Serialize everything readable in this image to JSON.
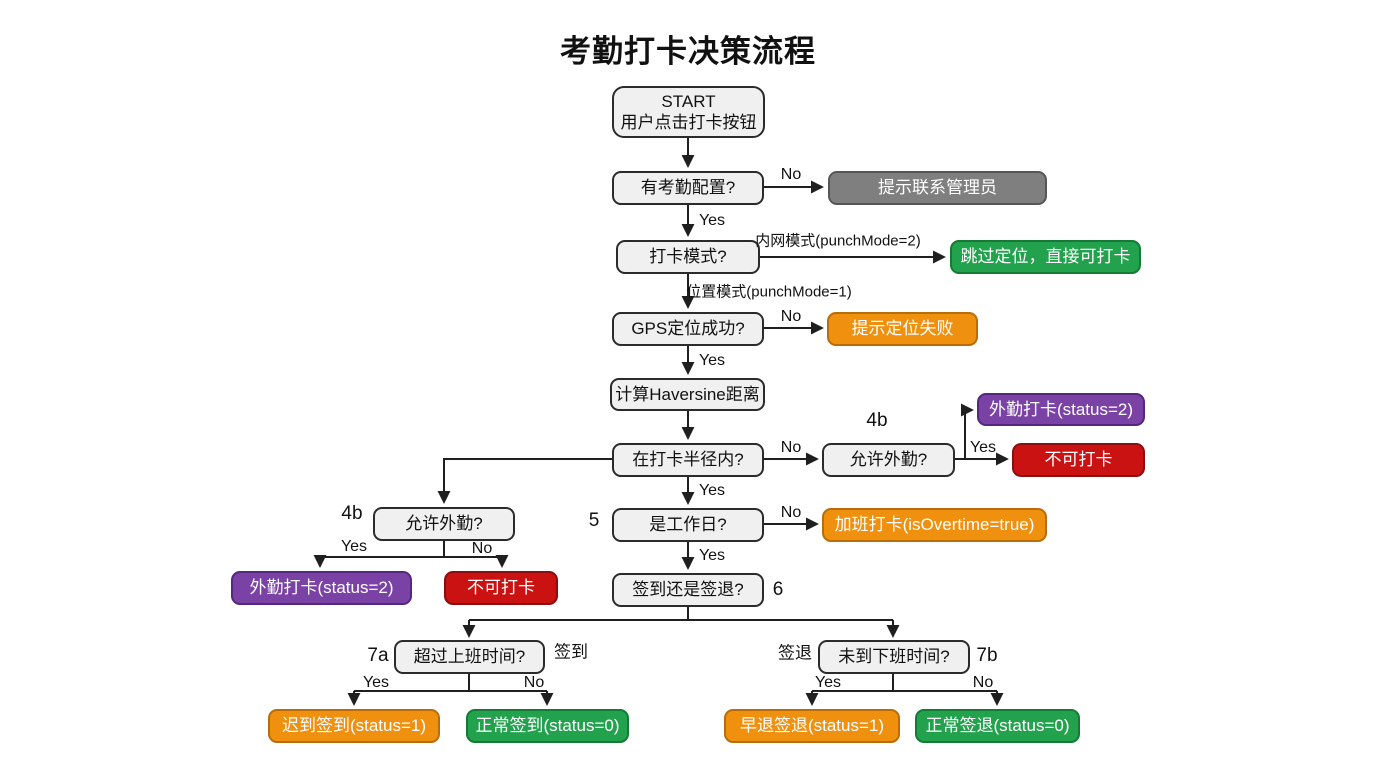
{
  "title": "考勤打卡决策流程",
  "colors": {
    "decision_fill": "#f0f0f0",
    "gray": "#7f7f7f",
    "green": "#22a24c",
    "orange": "#f0900f",
    "purple": "#7b42a6",
    "red": "#cb1212",
    "edge_stroke": "#1f1f1f"
  },
  "nodes": {
    "start_line1": "START",
    "start_line2": "用户点击打卡按钮",
    "has_config": "有考勤配置?",
    "contact_admin": "提示联系管理员",
    "punch_mode": "打卡模式?",
    "skip_location": "跳过定位，直接可打卡",
    "gps_success": "GPS定位成功?",
    "location_fail": "提示定位失败",
    "haversine": "计算Haversine距离",
    "in_radius": "在打卡半径内?",
    "allow_field_r": "允许外勤?",
    "field_punch_r": "外勤打卡(status=2)",
    "no_punch_r": "不可打卡",
    "allow_field_l": "允许外勤?",
    "field_punch_l": "外勤打卡(status=2)",
    "no_punch_l": "不可打卡",
    "is_workday": "是工作日?",
    "overtime_punch": "加班打卡(isOvertime=true)",
    "sign_in_or_out": "签到还是签退?",
    "over_start_time": "超过上班时间?",
    "late_sign_in": "迟到签到(status=1)",
    "normal_sign_in": "正常签到(status=0)",
    "before_end_time": "未到下班时间?",
    "early_sign_out": "早退签退(status=1)",
    "normal_sign_out": "正常签退(status=0)"
  },
  "edge_labels": {
    "config_no": "No",
    "config_yes": "Yes",
    "mode_intranet": "内网模式(punchMode=2)",
    "mode_location": "位置模式(punchMode=1)",
    "gps_no": "No",
    "gps_yes": "Yes",
    "radius_no": "No",
    "radius_yes": "Yes",
    "field_r_yes": "Yes",
    "field_l_yes": "Yes",
    "field_l_no": "No",
    "workday_no": "No",
    "workday_yes": "Yes",
    "branch_sign_in": "签到",
    "branch_sign_out": "签退",
    "late_yes": "Yes",
    "late_no": "No",
    "early_yes": "Yes",
    "early_no": "No"
  },
  "annotations": {
    "step_4b_right": "4b",
    "step_4b_left": "4b",
    "step_5": "5",
    "step_6": "6",
    "step_7a": "7a",
    "step_7b": "7b"
  }
}
